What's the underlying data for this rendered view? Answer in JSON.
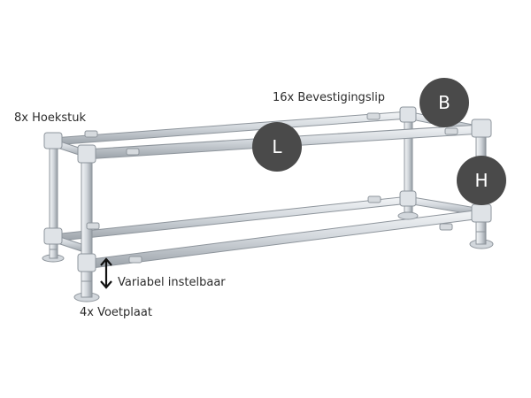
{
  "labels": {
    "corner": "8x Hoekstuk",
    "clips": "16x Bevestigingslip",
    "adjustable": "Variabel instelbaar",
    "footplate": "4x Voetplaat"
  },
  "badges": {
    "length": "L",
    "width": "B",
    "height": "H"
  },
  "colors": {
    "badge": "#4a4a4a",
    "badge_text": "#ffffff",
    "tube_light": "#e9ecef",
    "tube_mid": "#c7ccd1",
    "tube_dark": "#9aa1a8"
  },
  "icons": {
    "adjust": "double-arrow-vertical-icon"
  }
}
